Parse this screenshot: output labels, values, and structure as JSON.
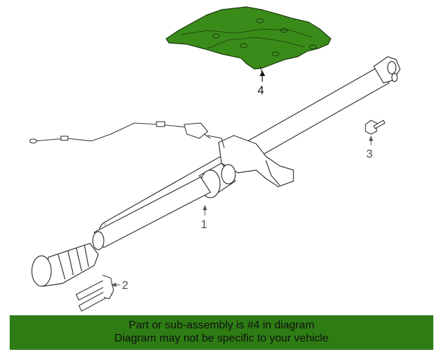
{
  "diagram": {
    "callouts": {
      "part1": "1",
      "part2": "2",
      "part3": "3",
      "part4": "4"
    },
    "colors": {
      "highlight": "#3a8c1a",
      "line": "#333333",
      "banner": "#2e7d14"
    }
  },
  "banner": {
    "line1": "Part or sub-assembly is #4 in diagram",
    "line2": "Diagram may not be specific to your vehicle"
  }
}
